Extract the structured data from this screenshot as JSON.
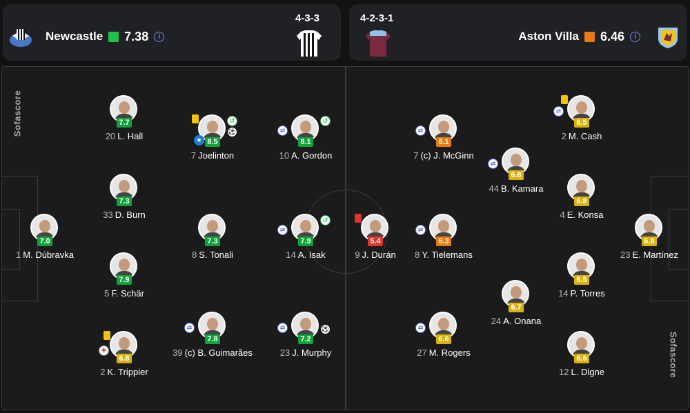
{
  "colors": {
    "green": "#0fa33a",
    "yellow": "#d9b20b",
    "orange": "#ec7a12",
    "red": "#e5322d",
    "accent": "#7a86e6"
  },
  "home": {
    "name": "Newcastle",
    "rating": "7.38",
    "rating_color": "#1dc34a",
    "formation": "4-3-3",
    "crest_icon": "newcastle-crest-icon"
  },
  "away": {
    "name": "Aston Villa",
    "rating": "6.46",
    "rating_color": "#ec7a12",
    "formation": "4-2-3-1",
    "crest_icon": "aston-villa-crest-icon"
  },
  "watermark": "Sofascore",
  "players": [
    {
      "team": "home",
      "num": "1",
      "name": "M. Dúbravka",
      "rating": "7.0",
      "color": "green",
      "badges": []
    },
    {
      "team": "home",
      "num": "20",
      "name": "L. Hall",
      "rating": "7.7",
      "color": "green",
      "badges": []
    },
    {
      "team": "home",
      "num": "33",
      "name": "D. Burn",
      "rating": "7.3",
      "color": "green",
      "badges": []
    },
    {
      "team": "home",
      "num": "5",
      "name": "F. Schär",
      "rating": "7.9",
      "color": "green",
      "badges": []
    },
    {
      "team": "home",
      "num": "2",
      "name": "K. Trippier",
      "rating": "6.8",
      "color": "yellow",
      "badges": [
        "yellow-card",
        "flag"
      ]
    },
    {
      "team": "home",
      "num": "7",
      "name": "Joelinton",
      "rating": "8.5",
      "color": "green",
      "badges": [
        "yellow-card",
        "goal",
        "ball",
        "star"
      ]
    },
    {
      "team": "home",
      "num": "8",
      "name": "S. Tonali",
      "rating": "7.3",
      "color": "green",
      "badges": []
    },
    {
      "team": "home",
      "num": "39",
      "name": "(c) B. Guimarães",
      "rating": "7.8",
      "color": "green",
      "badges": [
        "sub"
      ]
    },
    {
      "team": "home",
      "num": "10",
      "name": "A. Gordon",
      "rating": "8.1",
      "color": "green",
      "badges": [
        "sub",
        "goal"
      ]
    },
    {
      "team": "home",
      "num": "14",
      "name": "A. Isak",
      "rating": "7.9",
      "color": "green",
      "badges": [
        "sub",
        "goal"
      ]
    },
    {
      "team": "home",
      "num": "23",
      "name": "J. Murphy",
      "rating": "7.2",
      "color": "green",
      "badges": [
        "sub",
        "ball"
      ]
    },
    {
      "team": "away",
      "num": "9",
      "name": "J. Durán",
      "rating": "5.4",
      "color": "red",
      "badges": [
        "red-card"
      ]
    },
    {
      "team": "away",
      "num": "7",
      "name": "(c) J. McGinn",
      "rating": "6.1",
      "color": "orange",
      "badges": [
        "sub"
      ]
    },
    {
      "team": "away",
      "num": "8",
      "name": "Y. Tielemans",
      "rating": "6.3",
      "color": "orange",
      "badges": [
        "sub"
      ]
    },
    {
      "team": "away",
      "num": "27",
      "name": "M. Rogers",
      "rating": "6.6",
      "color": "yellow",
      "badges": [
        "sub"
      ]
    },
    {
      "team": "away",
      "num": "44",
      "name": "B. Kamara",
      "rating": "6.8",
      "color": "yellow",
      "badges": [
        "sub"
      ]
    },
    {
      "team": "away",
      "num": "24",
      "name": "A. Onana",
      "rating": "6.7",
      "color": "yellow",
      "badges": []
    },
    {
      "team": "away",
      "num": "2",
      "name": "M. Cash",
      "rating": "6.5",
      "color": "yellow",
      "badges": [
        "yellow-card",
        "sub"
      ]
    },
    {
      "team": "away",
      "num": "4",
      "name": "E. Konsa",
      "rating": "6.8",
      "color": "yellow",
      "badges": []
    },
    {
      "team": "away",
      "num": "14",
      "name": "P. Torres",
      "rating": "6.5",
      "color": "yellow",
      "badges": []
    },
    {
      "team": "away",
      "num": "12",
      "name": "L. Digne",
      "rating": "6.6",
      "color": "yellow",
      "badges": []
    },
    {
      "team": "away",
      "num": "23",
      "name": "E. Martínez",
      "rating": "6.8",
      "color": "yellow",
      "badges": []
    }
  ]
}
